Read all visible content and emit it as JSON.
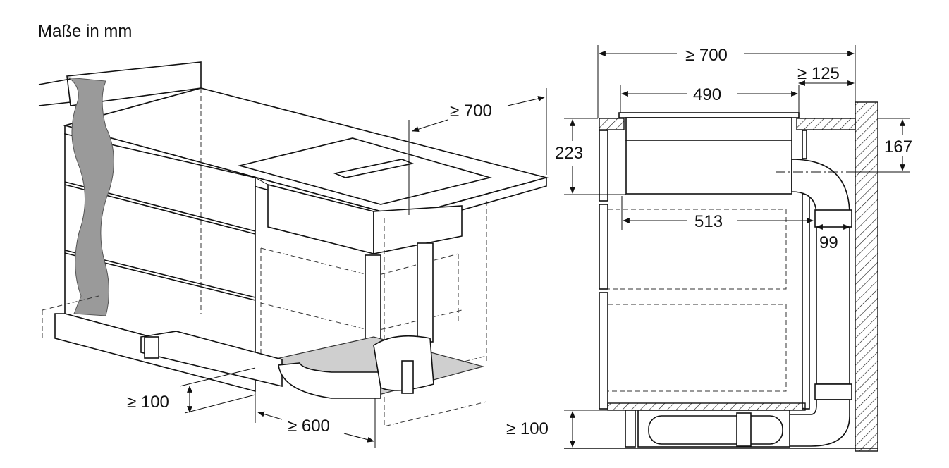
{
  "title": "Maße in mm",
  "left_view": {
    "dim_depth": "≥ 700",
    "dim_plinth": "≥ 100",
    "dim_width": "≥ 600"
  },
  "right_view": {
    "dim_total": "≥ 700",
    "dim_rear": "≥ 125",
    "dim_hob": "490",
    "dim_height": "223",
    "dim_vertical": "167",
    "dim_inner": "513",
    "dim_duct": "99",
    "dim_plinth": "≥ 100"
  }
}
